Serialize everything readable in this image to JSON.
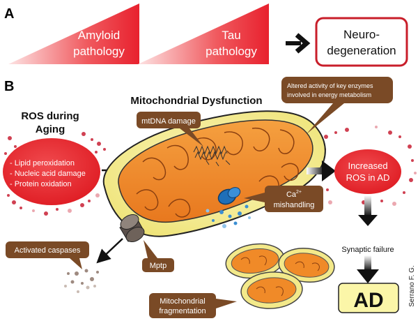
{
  "panel_a": {
    "label": "A",
    "wedge1": [
      "Amyloid",
      "pathology"
    ],
    "wedge2": [
      "Tau",
      "pathology"
    ],
    "outcome": [
      "Neuro-",
      "degeneration"
    ]
  },
  "panel_b": {
    "label": "B",
    "title": "Mitochondrial Dysfunction",
    "ros_aging": [
      "ROS during",
      "Aging"
    ],
    "ros_items": [
      "- Lipid peroxidation",
      "- Nucleic acid damage",
      "- Protein oxidation"
    ],
    "enzymes_box": [
      "Altered  activity of key enzymes",
      "involved in energy metabolism"
    ],
    "mtdna_box": "mtDNA damage",
    "ca_box": [
      "Ca",
      "2+",
      "mishandling"
    ],
    "increased_ros": [
      "Increased",
      "ROS in AD"
    ],
    "caspases_box": "Activated caspases",
    "mptp_box": "Mptp",
    "fragmentation_box": [
      "Mitochondrial",
      "fragmentation"
    ],
    "synaptic": "Synaptic failure",
    "ad": "AD",
    "credit": "Serrano F. G."
  },
  "colors": {
    "red": "#e8212e",
    "brown": "#7a4a26",
    "mito_orange": "#f08a28",
    "membrane_yellow": "#f5ec9a",
    "ad_fill": "#fbf6a8",
    "dark_red": "#a61d2b"
  }
}
